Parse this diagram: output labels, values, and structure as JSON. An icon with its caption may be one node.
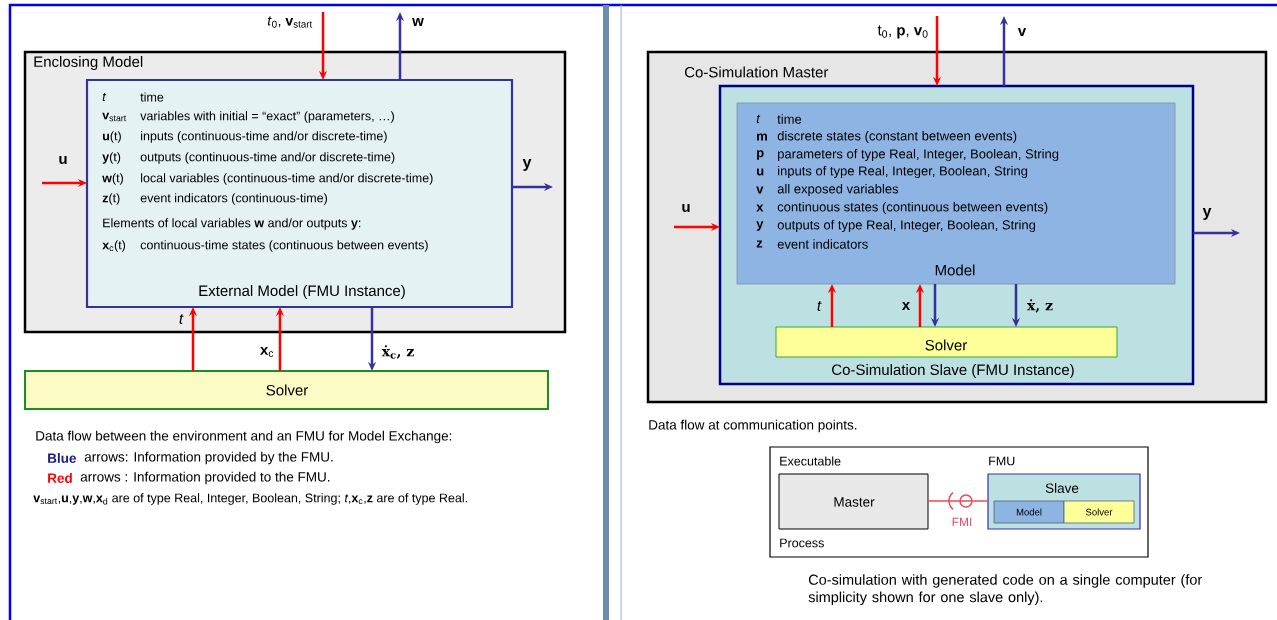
{
  "diagram": {
    "nodes": [
      {
        "text": [
          "Enclosing Model"
        ]
      },
      {
        "text": [
          "t",
          "time",
          "**v**$_{start}$",
          "variables with initial = “exact” (parameters, …)",
          "**u**(t)",
          "inputs (continuous-time and/or discrete-time)",
          "**y**(t)",
          "outputs (continuous-time and/or discrete-time)",
          "**w**(t)",
          "local variables (continuous-time and/or discrete-time)",
          "**z**(t)",
          "event indicators (continuous-time)",
          "Elements of local variables **w** and/or outputs **y**:",
          "**x**$_{c}$(t)",
          "continuous-time states (continuous between events)",
          "External Model (FMU Instance)"
        ],
        "in": 0
      },
      {
        "text": [
          "Solver"
        ]
      },
      {
        "text": [
          "Co-Simulation Master"
        ]
      },
      {
        "text": [
          "Co-Simulation Slave (FMU Instance)"
        ],
        "in": 3
      },
      {
        "text": [
          "t",
          "time",
          "m",
          "discrete states (constant between events)",
          "p",
          "parameters of type Real, Integer, Boolean, String",
          "u",
          "inputs of type Real, Integer, Boolean, String",
          "v",
          "all exposed variables",
          "x",
          "continuous states (continuous between events)",
          "y",
          "outputs of type Real, Integer, Boolean, String",
          "z",
          "event indicators",
          "Model"
        ],
        "in": 4
      },
      {
        "text": [
          "Solver"
        ],
        "in": 4
      },
      {
        "text": [
          "Executable",
          "Process"
        ]
      },
      {
        "text": [
          "Master"
        ],
        "in": 7
      },
      {
        "text": [
          "FMU",
          "Slave"
        ],
        "in": 7
      },
      {
        "text": [
          "Model"
        ],
        "in": 9
      },
      {
        "text": [
          "Solver"
        ],
        "in": 9
      }
    ],
    "edges": [
      {
        "from": null,
        "to": 1,
        "arrow": "to",
        "label": "*t*$_{0}$, **v**$_{start}$"
      },
      {
        "from": 1,
        "to": null,
        "arrow": "to",
        "label": "w",
        "color": "#333399"
      },
      {
        "from": null,
        "to": 1,
        "arrow": "to",
        "label": "u"
      },
      {
        "from": 1,
        "to": null,
        "arrow": "to",
        "label": "y",
        "color": "#333399"
      },
      {
        "from": 2,
        "to": 1,
        "arrow": "to",
        "label": "t"
      },
      {
        "from": 2,
        "to": 1,
        "arrow": "to",
        "label": "**x**$_{c}$"
      },
      {
        "from": 1,
        "to": 2,
        "arrow": "to",
        "label": "ẋ$_{c}$, z",
        "color": "#333399"
      },
      {
        "from": null,
        "to": 4,
        "arrow": "to",
        "label": "t$_{0}$, **p**, **v**$_{0}$"
      },
      {
        "from": 4,
        "to": null,
        "arrow": "to",
        "label": "v",
        "color": "#333399"
      },
      {
        "from": null,
        "to": 4,
        "arrow": "to",
        "label": "u"
      },
      {
        "from": 4,
        "to": null,
        "arrow": "to",
        "label": "y",
        "color": "#333399"
      },
      {
        "from": 6,
        "to": 5,
        "arrow": "to",
        "label": "t"
      },
      {
        "from": 6,
        "to": 5,
        "arrow": "to",
        "label": "x"
      },
      {
        "from": 5,
        "to": 6,
        "arrow": "to",
        "color": "#333399"
      },
      {
        "from": 5,
        "to": 6,
        "arrow": "to",
        "label": "ẋ, z",
        "color": "#333399"
      },
      {
        "from": 8,
        "to": 9,
        "arrow": "none",
        "label": "FMI",
        "color": "#e84a5f"
      }
    ],
    "labels": [
      "Data flow between the environment and an FMU for Model Exchange:",
      "Blue",
      "arrows: Information provided by the FMU.",
      "Red",
      "arrows : Information provided to the FMU.",
      "**v**$_{start}$,**u**,**y**,**w**,**x**$_{d}$ are of type Real, Integer, Boolean, String; *t*,**x**$_{c}$,**z** are of type Real.",
      "Data flow at communication points.",
      "Co-simulation with generated code on a single computer (for simplicity shown for one slave only)."
    ]
  }
}
